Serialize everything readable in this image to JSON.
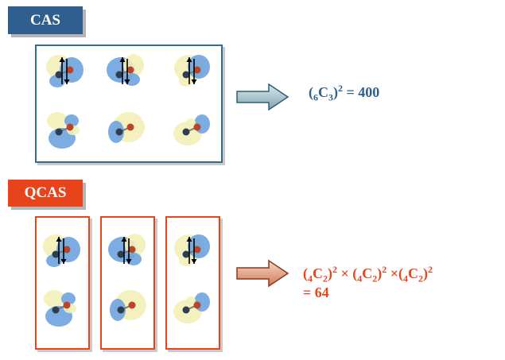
{
  "cas": {
    "label": "CAS",
    "formula": {
      "open": "(",
      "pre_sub": "6",
      "letter": "C",
      "sub": "3",
      "close": ")",
      "sup": "2",
      "rest": " = 400"
    }
  },
  "qcas": {
    "label": "QCAS",
    "formula": {
      "terms": [
        {
          "open": "(",
          "pre_sub": "4",
          "letter": "C",
          "sub": "2",
          "close": ")",
          "sup": "2"
        },
        {
          "open": "(",
          "pre_sub": "4",
          "letter": "C",
          "sub": "2",
          "close": ")",
          "sup": "2"
        },
        {
          "open": "(",
          "pre_sub": "4",
          "letter": "C",
          "sub": "2",
          "close": ")",
          "sup": "2"
        }
      ],
      "times": "×",
      "result": "= 64"
    }
  },
  "colors": {
    "cas_blue": "#2f5f8f",
    "qcas_red": "#e8441c",
    "lobe_yellow": "#f3efb8",
    "lobe_blue": "#6ea3de"
  }
}
